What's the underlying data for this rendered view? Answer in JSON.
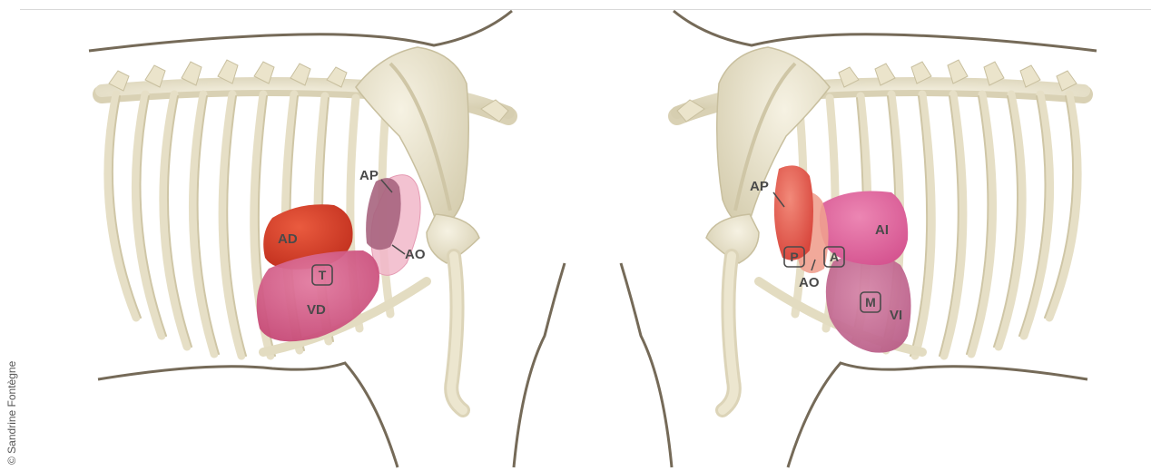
{
  "credit": "© Sandrine Fontègne",
  "left_view": {
    "labels": {
      "ad": "AD",
      "ap": "AP",
      "ao": "AO",
      "t": "T",
      "vd": "VD"
    }
  },
  "right_view": {
    "labels": {
      "ap": "AP",
      "ai": "AI",
      "p": "P",
      "a": "A",
      "ao": "AO",
      "m": "M",
      "vi": "VI"
    }
  },
  "colors": {
    "bone": "#ece6cf",
    "bone_shade": "#d9d1b4",
    "outline": "#756a58",
    "right_atrium": "#d83a2c",
    "ventricle": "#d2567f",
    "aorta": "#f1b7c9",
    "pulmonary_artery": "#a7647e",
    "left_atrium": "#dd5d93",
    "left_ventricle": "#c66d95"
  }
}
